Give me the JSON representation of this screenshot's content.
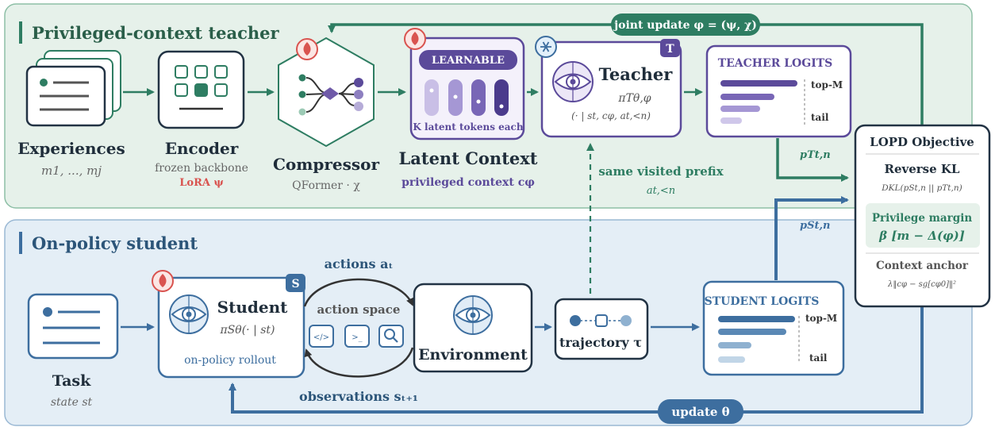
{
  "top_panel": {
    "title": "Privileged-context teacher"
  },
  "bottom_panel": {
    "title": "On-policy student"
  },
  "joint_update": {
    "label": "joint update φ = (ψ, χ)"
  },
  "experiences": {
    "label": "Experiences",
    "sub": "m1, ..., mj"
  },
  "encoder": {
    "label": "Encoder",
    "sub": "frozen backbone",
    "lora": "LoRA ψ"
  },
  "compressor": {
    "label": "Compressor",
    "sub": "QFormer · χ"
  },
  "latent": {
    "badge": "LEARNABLE",
    "tokens_caption": "K latent tokens each",
    "label": "Latent Context",
    "sub": "privileged context cφ"
  },
  "teacher": {
    "tag": "T",
    "label": "Teacher",
    "policy": "πTθ,φ",
    "cond": "(· | st, cφ, at,<n)"
  },
  "teacher_logits": {
    "title": "TEACHER LOGITS",
    "top": "top-M",
    "tail": "tail",
    "arrow_label": "pTt,n"
  },
  "prefix": {
    "label": "same visited prefix",
    "sub": "at,<n"
  },
  "objective": {
    "title": "LOPD Objective",
    "rkl_title": "Reverse KL",
    "rkl_formula": "DKL(pSt,n || pTt,n)",
    "margin_title": "Privilege margin",
    "margin_formula": "β [m − Δ(φ)]",
    "anchor_title": "Context anchor",
    "anchor_formula": "λ‖cφ − sg[cφ0]‖²"
  },
  "task": {
    "label": "Task",
    "sub": "state st"
  },
  "student": {
    "tag": "S",
    "label": "Student",
    "policy": "πSθ(· | st)",
    "sub": "on-policy rollout"
  },
  "loop": {
    "actions": "actions aₜ",
    "action_space": "action space",
    "observations": "observations sₜ₊₁"
  },
  "tools": {
    "code": "</>",
    "terminal": ">_"
  },
  "environment": {
    "label": "Environment"
  },
  "trajectory": {
    "label": "trajectory τ"
  },
  "student_logits": {
    "title": "STUDENT LOGITS",
    "top": "top-M",
    "tail": "tail",
    "arrow_label": "pSt,n"
  },
  "update": {
    "label": "update θ"
  },
  "colors": {
    "teacher": "#2e7d62",
    "purple": "#5b4a9a",
    "student": "#3d6e9f",
    "fire": "#d9534f"
  }
}
